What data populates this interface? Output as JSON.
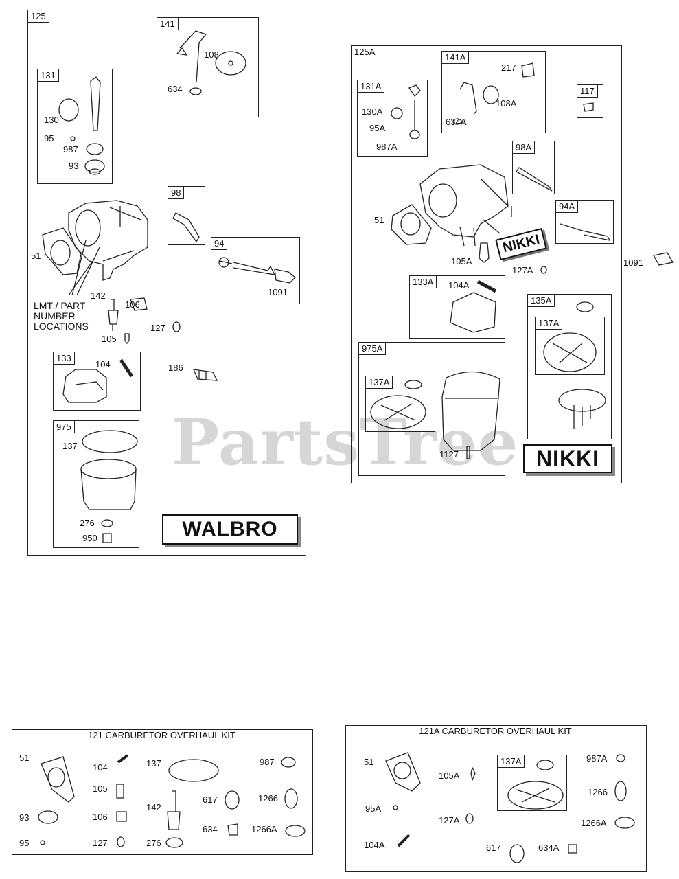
{
  "watermark": "PartsTree",
  "walbro": {
    "assembly_tag": "125",
    "brand_label": "WALBRO",
    "lmt_note": [
      "LMT / PART",
      "NUMBER",
      "LOCATIONS"
    ],
    "subkits": {
      "k141": {
        "tag": "141",
        "parts": [
          "108",
          "634"
        ]
      },
      "k131": {
        "tag": "131",
        "parts": [
          "130",
          "95",
          "987",
          "93"
        ]
      },
      "k98": {
        "tag": "98"
      },
      "k94": {
        "tag": "94",
        "parts": [
          "1091"
        ]
      },
      "k133": {
        "tag": "133",
        "parts": [
          "104"
        ]
      },
      "k975": {
        "tag": "975",
        "parts": [
          "137",
          "276",
          "950"
        ]
      }
    },
    "loose_parts": [
      "51",
      "142",
      "106",
      "127",
      "105",
      "186"
    ]
  },
  "nikki": {
    "assembly_tag": "125A",
    "brand_label": "NIKKI",
    "carb_tag": "NIKKI",
    "subkits": {
      "k141a": {
        "tag": "141A",
        "parts": [
          "217",
          "108A",
          "634A"
        ]
      },
      "k131a": {
        "tag": "131A",
        "parts": [
          "130A",
          "95A",
          "987A"
        ]
      },
      "k117": {
        "tag": "117"
      },
      "k98a": {
        "tag": "98A"
      },
      "k94a": {
        "tag": "94A"
      },
      "k133a": {
        "tag": "133A",
        "parts": [
          "104A"
        ]
      },
      "k135a": {
        "tag": "135A",
        "inner_tag": "137A"
      },
      "k975a": {
        "tag": "975A",
        "inner_tag": "137A",
        "parts": [
          "1127"
        ]
      }
    },
    "loose_parts": [
      "51",
      "105A",
      "127A",
      "1091"
    ]
  },
  "kit121": {
    "title": "121  CARBURETOR OVERHAUL KIT",
    "parts": [
      "51",
      "93",
      "95",
      "104",
      "105",
      "106",
      "127",
      "137",
      "142",
      "276",
      "617",
      "634",
      "987",
      "1266",
      "1266A"
    ]
  },
  "kit121a": {
    "title": "121A CARBURETOR OVERHAUL KIT",
    "inner_tag": "137A",
    "parts": [
      "51",
      "95A",
      "104A",
      "105A",
      "127A",
      "617",
      "634A",
      "987A",
      "1266",
      "1266A"
    ]
  },
  "colors": {
    "line": "#222222",
    "watermark": "#d6d6d6",
    "shadow": "#888888"
  }
}
